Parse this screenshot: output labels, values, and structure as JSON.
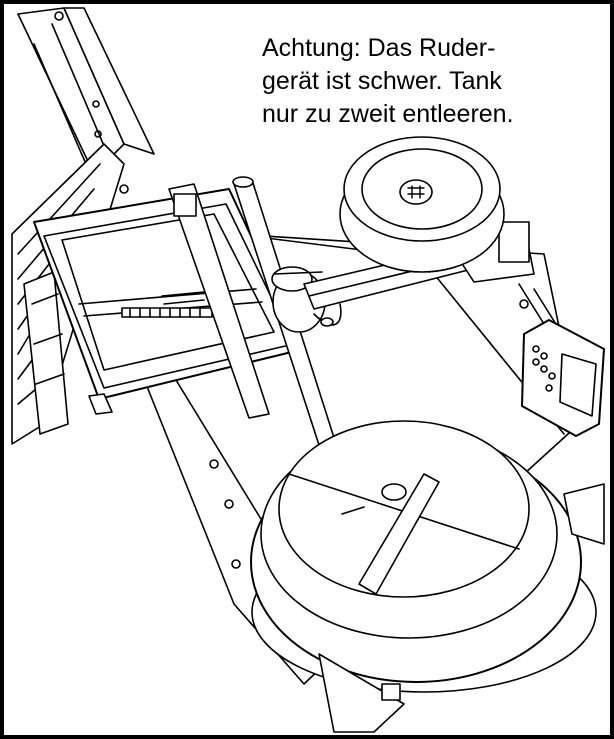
{
  "warning_note": {
    "lines": [
      "Achtung:  Das Ruder-",
      "gerät ist schwer. Tank",
      "nur zu zweit entleeren."
    ]
  },
  "colors": {
    "line": "#000000",
    "background": "#ffffff"
  },
  "icons": {
    "monitor_logo": "brand-logo-icon"
  }
}
